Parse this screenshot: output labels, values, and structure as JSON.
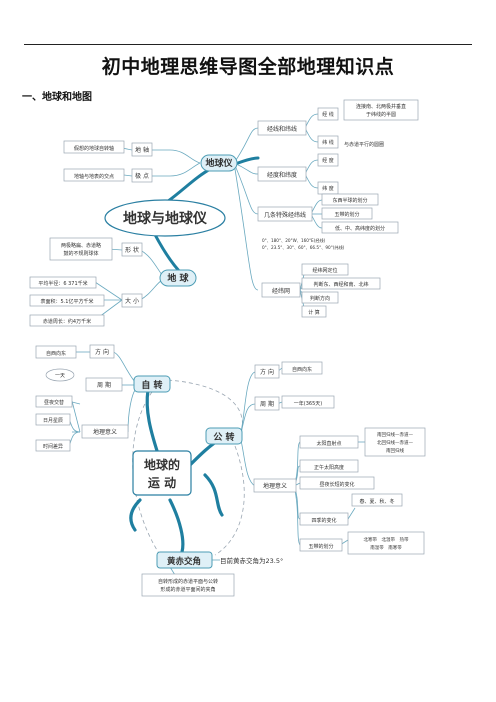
{
  "page": {
    "title": "初中地理思维导图全部地理知识点",
    "section1": "一、地球和地图"
  },
  "map1": {
    "center": "地球与地球仪",
    "globe_hub": "地球仪",
    "earth_hub": "地 球",
    "axis": {
      "label": "地 轴",
      "note": "假想的地球自转轴"
    },
    "poles": {
      "label": "极 点",
      "note": "地轴与地表的交点"
    },
    "lat_lon": {
      "label": "经线和纬线",
      "meridian": {
        "label": "经 线",
        "note1": "连接南、北两极并垂直",
        "note2": "于纬线的半圆"
      },
      "parallel": {
        "label": "纬 线",
        "note": "与赤道平行的圆圈"
      }
    },
    "degrees": {
      "label": "经度和纬度",
      "lon": "经 度",
      "lat": "纬 度"
    },
    "special": {
      "label": "几条特殊经纬线",
      "hemi": "东西半球的划分",
      "five": "五带的划分",
      "low_mid_high": "低、中、高纬度的划分",
      "deg_line1": "0°、180°、20°W、160°E(经线)",
      "deg_line2": "0°、23.5°、30°、60°、66.5°、90°(纬线)"
    },
    "grid": {
      "label": "经纬网",
      "item1": "经纬网定位",
      "item2": "判断东、西经和南、北纬",
      "item3": "判断方向",
      "item4": "计 算"
    },
    "shape": {
      "label": "形 状",
      "note1": "两极略扁、赤道略",
      "note2": "鼓的不规则球体"
    },
    "size": {
      "label": "大 小",
      "radius": "平均半径：6 371千米",
      "area": "表面积：5.1亿平方千米",
      "equator": "赤道周长：约4万千米"
    }
  },
  "map2": {
    "center_line1": "地球的",
    "center_line2": "运 动",
    "rotation": {
      "label": "自 转",
      "direction": {
        "label": "方 向",
        "note": "自西向东"
      },
      "period": {
        "label": "周 期",
        "note": "一天"
      },
      "significance": {
        "label": "地理意义",
        "note1": "昼夜交替",
        "note2": "日月星辰",
        "note3": "时间差异"
      }
    },
    "revolution": {
      "label": "公 转",
      "direction": {
        "label": "方 向",
        "note": "自西向东"
      },
      "period": {
        "label": "周 期",
        "note": "一年(365天)"
      },
      "significance": {
        "label": "地理意义",
        "subsolar": "太阳直射点",
        "subsolar_note1": "南回归线—赤道—",
        "subsolar_note2": "北回归线—赤道—",
        "subsolar_note3": "南回归线",
        "noon": "正午太阳高度",
        "daylen": "昼夜长短的变化",
        "seasons": "四季的变化",
        "seasons_note": "春、夏、秋、冬",
        "zones": "五带的划分",
        "zones_note1": "北寒带　北温带　热带",
        "zones_note2": "南温带　南寒带"
      }
    },
    "obliquity": {
      "label": "黄赤交角",
      "note": "目前黄赤交角为23.5°",
      "def1": "自转形成的赤道平面与公转",
      "def2": "形成的赤道平面间的夹角"
    }
  }
}
